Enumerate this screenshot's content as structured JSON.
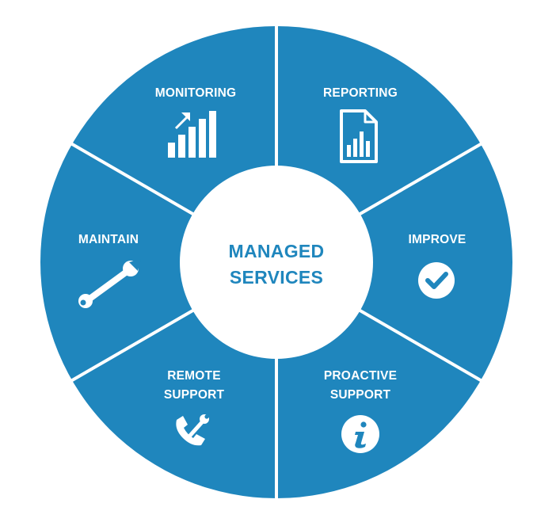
{
  "center": {
    "line1": "MANAGED",
    "line2": "SERVICES"
  },
  "segments": [
    {
      "key": "monitoring",
      "label1": "MONITORING",
      "label2": "",
      "icon": "bar-chart-arrow-icon"
    },
    {
      "key": "reporting",
      "label1": "REPORTING",
      "label2": "",
      "icon": "report-document-icon"
    },
    {
      "key": "improve",
      "label1": "IMPROVE",
      "label2": "",
      "icon": "check-circle-icon"
    },
    {
      "key": "proactive-support",
      "label1": "PROACTIVE",
      "label2": "SUPPORT",
      "icon": "info-circle-icon"
    },
    {
      "key": "remote-support",
      "label1": "REMOTE",
      "label2": "SUPPORT",
      "icon": "phone-wrench-icon"
    },
    {
      "key": "maintain",
      "label1": "MAINTAIN",
      "label2": "",
      "icon": "wrench-icon"
    }
  ],
  "colors": {
    "wheel": "#1f86bd",
    "divider": "#ffffff",
    "center_fill": "#ffffff",
    "center_text": "#1f86bd",
    "icon": "#ffffff"
  }
}
